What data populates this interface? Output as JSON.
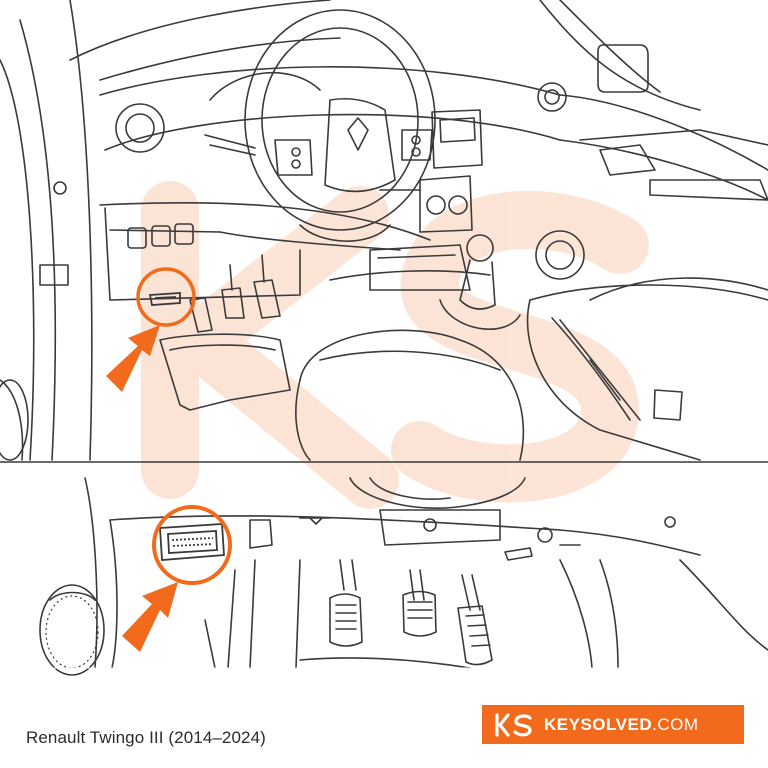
{
  "caption": "Renault Twingo III (2014–2024)",
  "brand": {
    "name": "KEYSOLVED",
    "tld": ".COM",
    "logo_letters": "KS"
  },
  "colors": {
    "accent": "#f26a1b",
    "line": "#3a3a3a",
    "watermark": "#fbe3d4",
    "text": "#2b2b2b"
  },
  "panels": [
    {
      "id": "cabin-overview",
      "highlight": "obd-port-under-dashboard"
    },
    {
      "id": "footwell-closeup",
      "highlight": "obd-port-connector"
    }
  ],
  "icons": [
    "arrow-icon",
    "highlight-circle-icon",
    "obd-connector-icon",
    "renault-logo-icon"
  ]
}
